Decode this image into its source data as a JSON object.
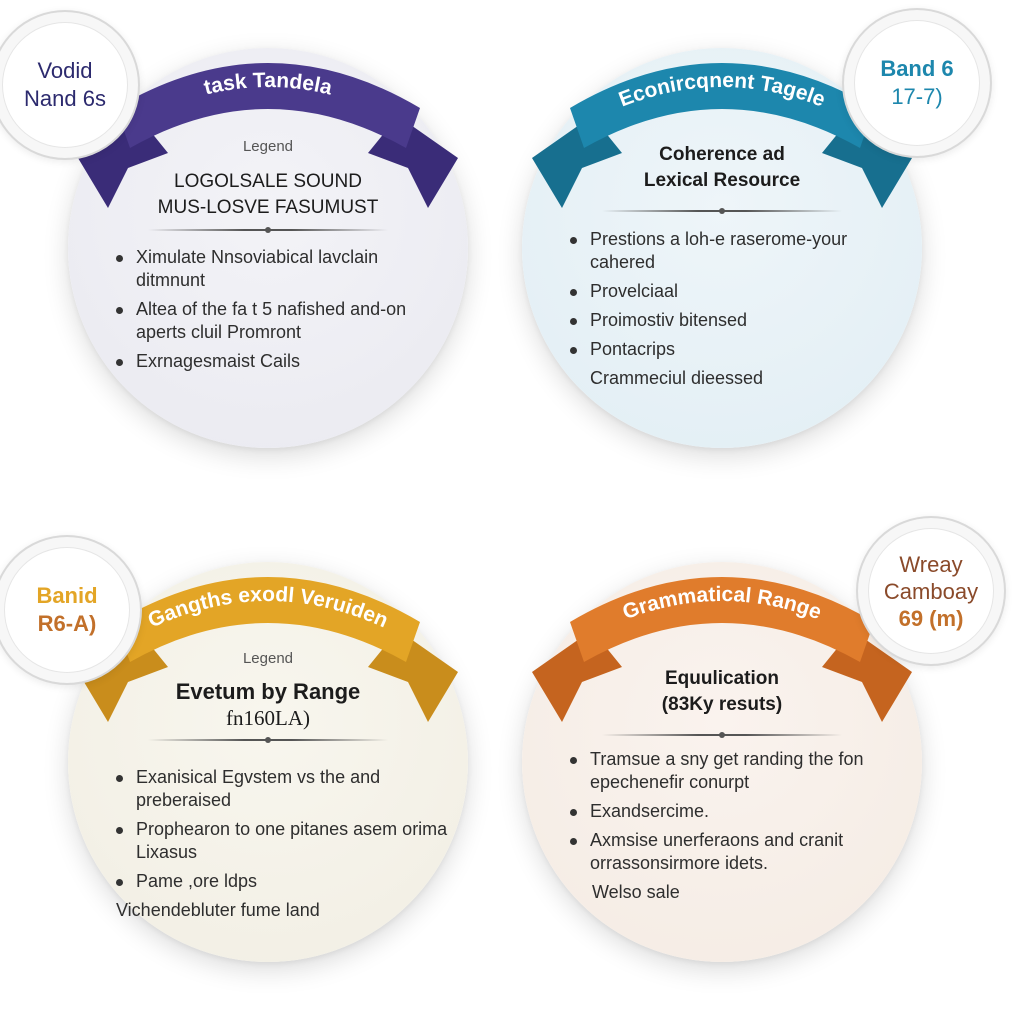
{
  "colors": {
    "purple": "#4a3a8c",
    "teal": "#1d87ad",
    "gold": "#e3a526",
    "orange": "#e07c2c"
  },
  "cards": [
    {
      "id": "task",
      "ribbon_label": "task Tandela",
      "badge": {
        "line1": "Vodid",
        "line2": "Nand 6s",
        "line3": ""
      },
      "legend": "Legend",
      "heading_line1": "LOGOLSALE SOUND",
      "heading_line2": "MUS-LOSVE FASUMUST",
      "bullets": [
        "Ximulate Nnsoviabical lavclain ditmnunt",
        "Altea of the fa t 5 nafished and-on aperts cluil Promront",
        "Exrnagesmaist Cails"
      ],
      "trailing": ""
    },
    {
      "id": "coherence",
      "ribbon_label": "Econircqnent Tagele",
      "badge": {
        "line1": "Band 6",
        "line2": "17-7)",
        "line3": ""
      },
      "legend": "",
      "heading_line1": "Coherence ad",
      "heading_line2": "Lexical Resource",
      "bullets": [
        "Prestions a loh-e raserome-your cahered",
        "Provelciaal",
        "Proimostiv bitensed",
        "Pontacrips"
      ],
      "trailing": "Crammeciul dieessed"
    },
    {
      "id": "lexical",
      "ribbon_label": "Gangths exodl Veruiden",
      "badge": {
        "line1": "Banid",
        "line2": "R6-A)",
        "line3": ""
      },
      "legend": "Legend",
      "heading_line1": "Evetum by Range",
      "heading_line2": "fn160LA)",
      "bullets": [
        "Exanisical Egvstem vs the and preberaised",
        "Prophearon to one pitanes asem orima Lixasus",
        "Pame ,ore ldps"
      ],
      "trailing": "Vichendebluter fume land"
    },
    {
      "id": "grammar",
      "ribbon_label": "Grammatical Range",
      "badge": {
        "line1": "Wreay",
        "line2": "Camboay",
        "line3": "69 (m)"
      },
      "legend": "",
      "heading_line1": "Equulication",
      "heading_line2": "(83Ky resuts)",
      "bullets": [
        "Tramsue a sny get randing the fon epechenefir conurpt",
        "Exandsercime.",
        "Axmsise unerferaons and cranit orrassonsirmore idets."
      ],
      "trailing": "Welso sale"
    }
  ]
}
